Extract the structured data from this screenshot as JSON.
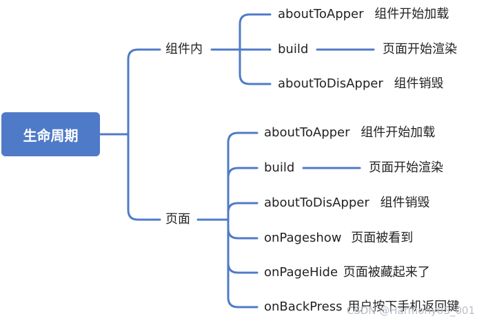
{
  "diagram": {
    "root": "生命周期",
    "line_color": "#4f7ac7",
    "branches": [
      {
        "label": "组件内",
        "children": [
          {
            "label": "aboutToApper",
            "desc": "组件开始加载"
          },
          {
            "label": "build",
            "desc": "页面开始渲染"
          },
          {
            "label": "aboutToDisApper",
            "desc": "组件销毁"
          }
        ]
      },
      {
        "label": "页面",
        "children": [
          {
            "label": "aboutToApper",
            "desc": "组件开始加载"
          },
          {
            "label": "build",
            "desc": "页面开始渲染"
          },
          {
            "label": "aboutToDisApper",
            "desc": "组件销毁"
          },
          {
            "label": "onPageshow",
            "desc": "页面被看到"
          },
          {
            "label": "onPageHide",
            "desc": "页面被藏起来了"
          },
          {
            "label": "onBackPress",
            "desc": "用户按下手机返回键"
          }
        ]
      }
    ]
  },
  "watermark": "CSDN @Harmony0S_001"
}
